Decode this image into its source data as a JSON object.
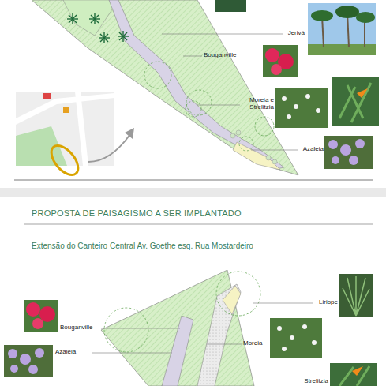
{
  "diagram": {
    "title": "PROPOSTA DE PAISAGISMO A SER IMPLANTADO",
    "labels": [
      "Jerivá",
      "Bouganville",
      "Moreia e Strelitzia",
      "Azaleia",
      "Extensão do Canteiro Central Av. Goethe esq. Rua Mostardeiro",
      "Liriope",
      "Bouganville",
      "Azaleia",
      "Moreia",
      "Strelitzia"
    ]
  }
}
